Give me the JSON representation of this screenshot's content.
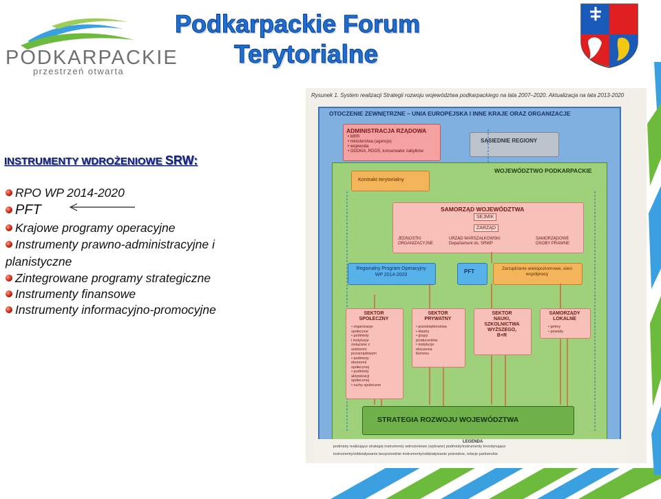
{
  "header": {
    "logo_word": "PODKARPACKIE",
    "logo_tagline": "przestrzeń otwarta",
    "title_line1": "Podkarpackie Forum",
    "title_line2": "Terytorialne"
  },
  "left": {
    "heading_main": "INSTRUMENTY WDROŻENIOWE ",
    "heading_srw": "SRW:",
    "items": [
      "RPO WP 2014-2020",
      "PFT",
      "Krajowe programy operacyjne",
      "Instrumenty prawno-administracyjne i",
      "planistyczne",
      "Zintegrowane programy strategiczne",
      "Instrumenty finansowe",
      "Instrumenty informacyjno-promocyjne"
    ]
  },
  "diagram": {
    "caption": "Rysunek 1. System realizacji Strategii rozwoju województwa podkarpackiego na lata 2007–2020. Aktualizacja na lata 2013-2020",
    "env_label": "OTOCZENIE ZEWNĘTRZNE – UNIA EUROPEJSKA I INNE KRAJE ORAZ ORGANIZACJE",
    "gov_title": "ADMINISTRACJA RZĄDOWA",
    "gov_items": [
      "• MRR",
      "• ministerstwa (agencje)",
      "• wojewoda",
      "• GDDKiA, RDOŚ, konserwator zabytków"
    ],
    "regions": "SĄSIEDNIE REGIONY",
    "voiv_label": "WOJEWÓDZTWO PODKARPACKIE",
    "contract": "Kontrakt terytorialny",
    "self_gov_title": "SAMORZĄD WOJEWÓDZTWA",
    "sejmik": "SEJMIK",
    "zarzad": "ZARZĄD",
    "units": [
      "JEDNOSTKI",
      "ORGANIZACYJNE"
    ],
    "marshal": [
      "URZĄD MARSZAŁKOWSKI",
      "Departament ds. SRWP"
    ],
    "persons": [
      "SAMORZĄDOWE",
      "OSOBY PRAWNE"
    ],
    "rpo": "Regionalny Program Operacyjny WP 2014-2020",
    "pft": "PFT",
    "mgmt": "Zarządzanie wielopoziomowe, sieci współpracy",
    "sector1_title": [
      "SEKTOR",
      "SPOŁECZNY"
    ],
    "sector1_items": [
      "• organizacje",
      "społeczne",
      "• podmioty",
      "i instytucje",
      "związane z",
      "sektorem",
      "pozarządowym",
      "• podmioty",
      "ekonomii",
      "społecznej",
      "• podmioty",
      "aktywizacji",
      "społecznej",
      "• ruchy społeczne"
    ],
    "sector2_title": [
      "SEKTOR",
      "PRYWATNY"
    ],
    "sector2_items": [
      "• przedsiębiorstwa",
      "• klastry",
      "• grupy",
      "producentów",
      "• instytucje",
      "otoczenia",
      "biznesu"
    ],
    "sector3_title": [
      "SEKTOR",
      "NAUKI,",
      "SZKOLNICTWA",
      "WYŻSZEGO,",
      "B+R"
    ],
    "sector4_title": [
      "SAMORZĄDY",
      "LOKALNE"
    ],
    "sector4_items": [
      "• gminy",
      "• powiaty"
    ],
    "strategy": "STRATEGIA ROZWOJU WOJEWÓDZTWA",
    "legend_title": "LEGENDA",
    "legend_line1": "podmioty realizujące strategię          instrumenty wdrożeniowe (wybrane)          podmioty/instrumenty koordynujące",
    "legend_line2": "instrumenty/oddziaływanie bezpośrednie          instrumenty/oddziaływanie pośrednie, relacje partnerskie"
  },
  "colors": {
    "title_blue": "#1f6fd1",
    "heading_navy": "#14227a",
    "bullet_red": "#c41d0a",
    "stripe_blue": "#3aa0e0",
    "stripe_green": "#6dbb3c"
  }
}
